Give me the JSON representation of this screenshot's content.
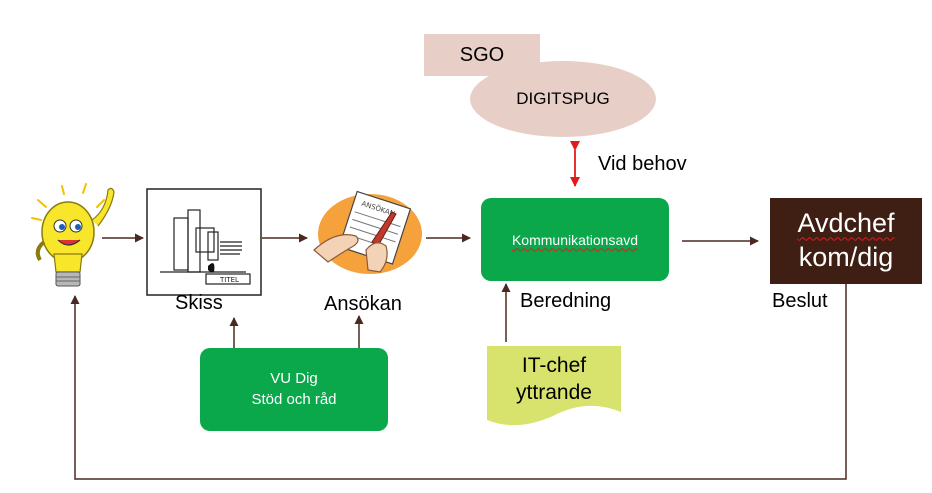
{
  "top": {
    "sgo": {
      "label": "SGO",
      "color": "#e7cfc7"
    },
    "digitspug": {
      "label": "DIGITSPUG",
      "color": "#e7cfc7"
    },
    "vid_behov": "Vid behov"
  },
  "steps": {
    "skiss": {
      "label": "Skiss",
      "sketch_text": "TITEL"
    },
    "ansokan": {
      "label": "Ansökan",
      "form_text": "ANSÖKAN"
    },
    "kommunikation": {
      "label": "Kommunikationsavd",
      "caption": "Beredning"
    },
    "beslut": {
      "line1": "Avdchef",
      "line2": "kom/dig",
      "caption": "Beslut"
    }
  },
  "support": {
    "vu_dig": {
      "line1": "VU Dig",
      "line2": "Stöd och råd"
    },
    "it_chef": {
      "line1": "IT-chef",
      "line2": "yttrande"
    }
  },
  "colors": {
    "green": "#0aa84a",
    "dark_brown": "#3f1e14",
    "note_yellow": "#d8e36e",
    "arrow": "#4a2a20",
    "red_arrow": "#e11b1b"
  }
}
